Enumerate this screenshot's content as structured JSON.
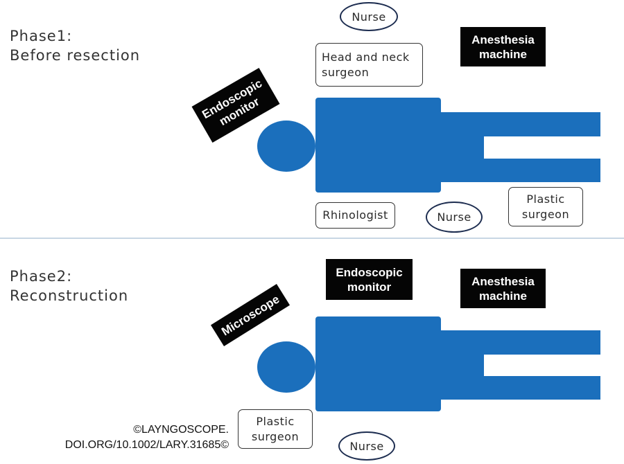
{
  "phase1": {
    "title_line1": "Phase1:",
    "title_line2": "Before resection",
    "labels": {
      "nurse_top": "Nurse",
      "head_neck_line1": "Head and neck",
      "head_neck_line2": "surgeon",
      "anesthesia_line1": "Anesthesia",
      "anesthesia_line2": "machine",
      "endoscopic_line1": "Endoscopic",
      "endoscopic_line2": "monitor",
      "rhinologist": "Rhinologist",
      "nurse_bottom": "Nurse",
      "plastic_line1": "Plastic",
      "plastic_line2": "surgeon"
    }
  },
  "phase2": {
    "title_line1": "Phase2:",
    "title_line2": "Reconstruction",
    "labels": {
      "endoscopic_line1": "Endoscopic",
      "endoscopic_line2": "monitor",
      "anesthesia_line1": "Anesthesia",
      "anesthesia_line2": "machine",
      "microscope": "Microscope",
      "plastic_line1": "Plastic",
      "plastic_line2": "surgeon",
      "nurse": "Nurse"
    }
  },
  "copyright": {
    "line1": "©LAYNGOSCOPE.",
    "line2": "DOI.ORG/10.1002/LARY.31685©"
  },
  "colors": {
    "patient": "#1b6fbc",
    "equipment": "#050505",
    "ellipse_border": "#1d2d50",
    "divider": "#c8d6e4"
  }
}
